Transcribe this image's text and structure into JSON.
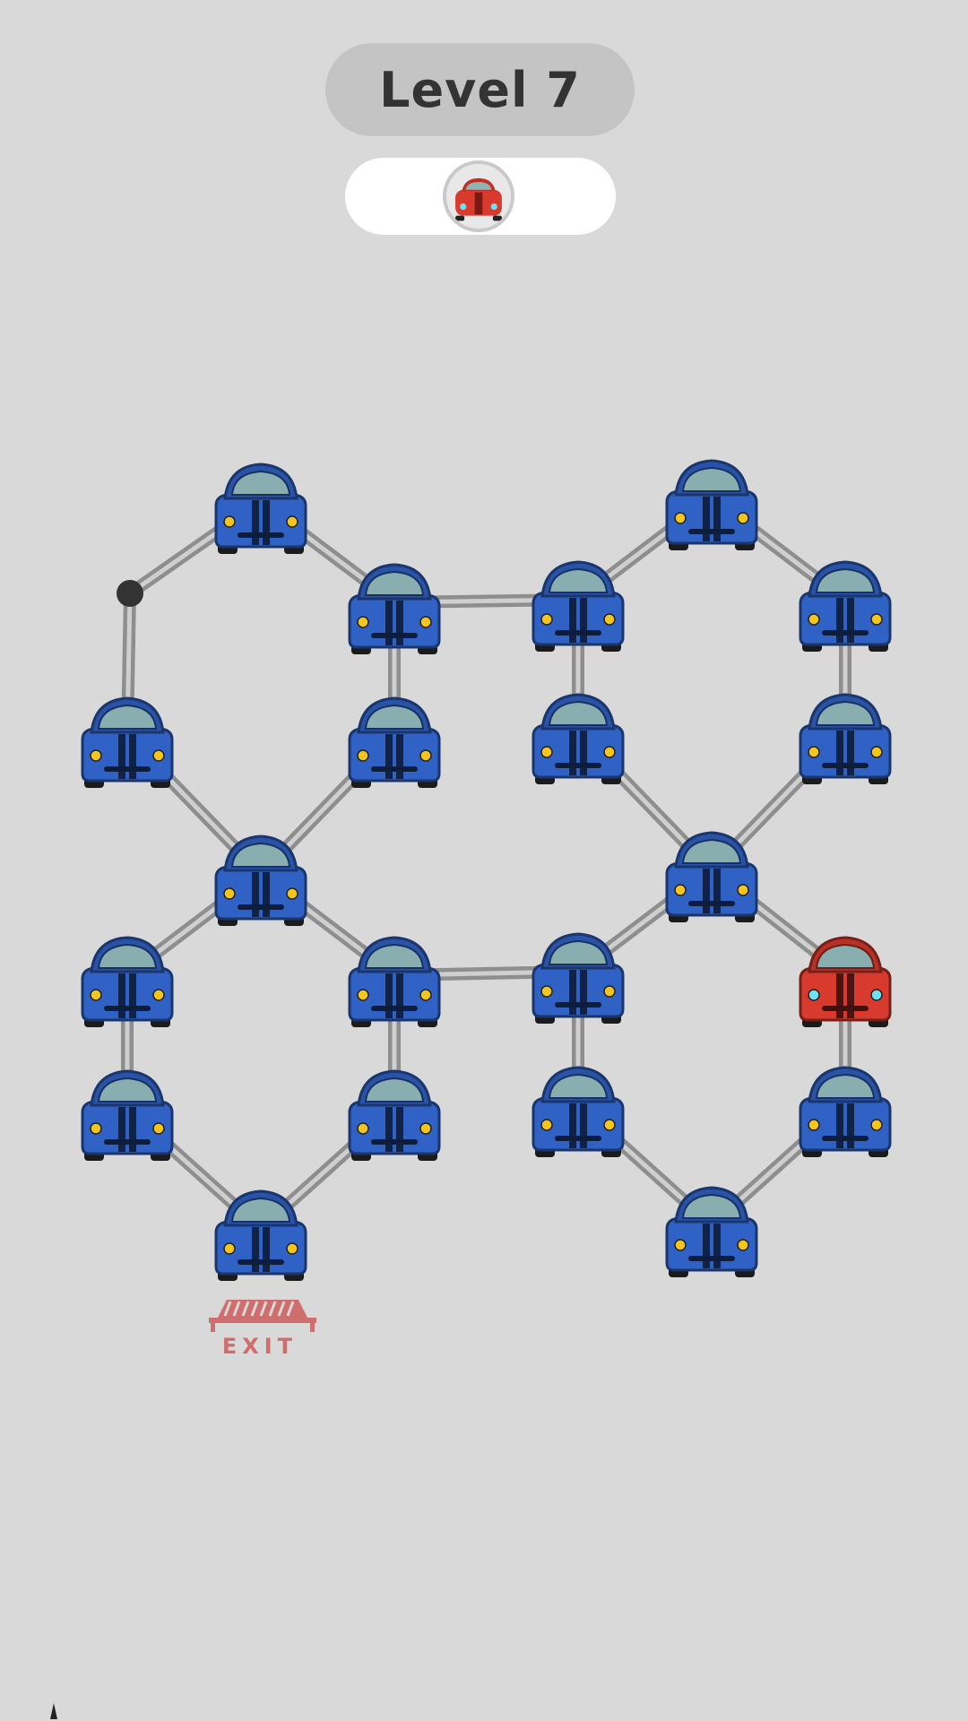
{
  "header": {
    "level_label": "Level 7"
  },
  "target": {
    "icon": "red-car-icon",
    "color": "#d83a2e"
  },
  "colors": {
    "blue_car": "#2f62c4",
    "red_car": "#d83a2e",
    "rope": "#b0b0b0",
    "background": "#d9d9da",
    "exit": "#d06e6e"
  },
  "board": {
    "cars": [
      {
        "id": "c1",
        "color": "blue"
      },
      {
        "id": "c2",
        "color": "blue"
      },
      {
        "id": "c3",
        "color": "blue"
      },
      {
        "id": "c4",
        "color": "blue"
      },
      {
        "id": "c5",
        "color": "blue"
      },
      {
        "id": "c6",
        "color": "blue"
      },
      {
        "id": "c7",
        "color": "blue"
      },
      {
        "id": "c8",
        "color": "blue"
      },
      {
        "id": "c9",
        "color": "blue"
      },
      {
        "id": "c10",
        "color": "blue"
      },
      {
        "id": "c11",
        "color": "blue"
      },
      {
        "id": "c12",
        "color": "blue"
      },
      {
        "id": "c13",
        "color": "blue"
      },
      {
        "id": "c14",
        "color": "blue"
      },
      {
        "id": "c15",
        "color": "blue"
      },
      {
        "id": "c16",
        "color": "blue"
      },
      {
        "id": "c17",
        "color": "blue"
      },
      {
        "id": "c18",
        "color": "red"
      },
      {
        "id": "c19",
        "color": "blue"
      },
      {
        "id": "c20",
        "color": "blue"
      },
      {
        "id": "c21",
        "color": "blue"
      },
      {
        "id": "c22",
        "color": "blue"
      },
      {
        "id": "c23",
        "color": "blue"
      },
      {
        "id": "c24",
        "color": "blue"
      }
    ],
    "exit_label": "EXIT"
  }
}
